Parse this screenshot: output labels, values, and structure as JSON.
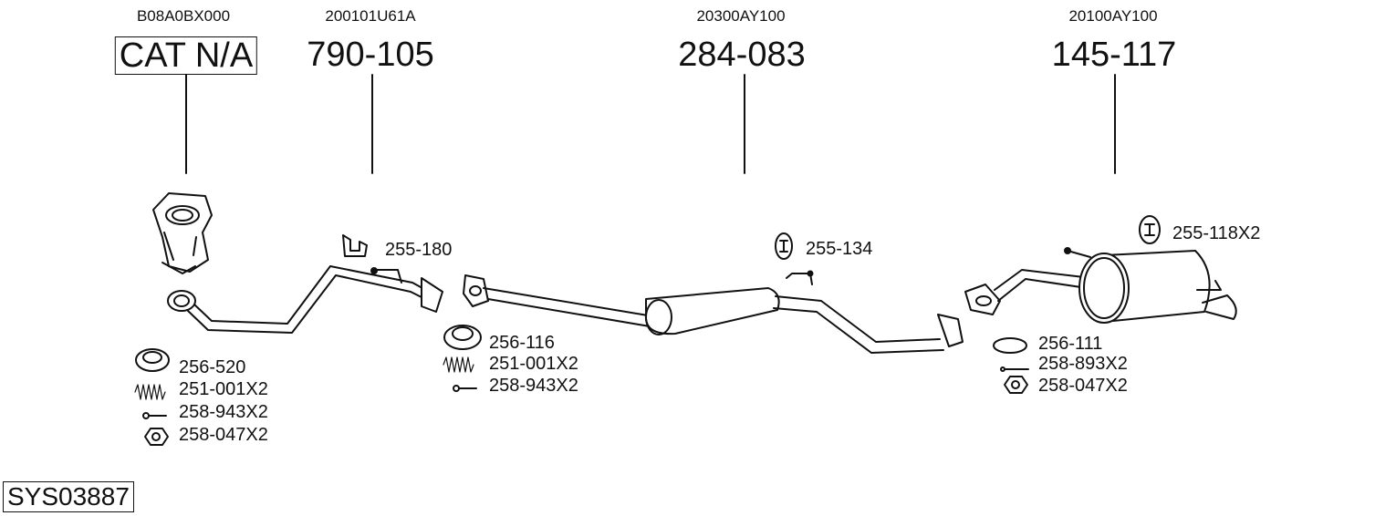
{
  "assemblies": [
    {
      "oe_code": "B08A0BX000",
      "part_number": "CAT N/A"
    },
    {
      "oe_code": "200101U61A",
      "part_number": "790-105"
    },
    {
      "oe_code": "20300AY100",
      "part_number": "284-083"
    },
    {
      "oe_code": "20100AY100",
      "part_number": "145-117"
    }
  ],
  "parts": {
    "cat_gasket": "256-520",
    "cat_spring": "251-001X2",
    "cat_bolt": "258-943X2",
    "cat_nut": "258-047X2",
    "front_hanger": "255-180",
    "mid_gasket": "256-116",
    "mid_spring": "251-001X2",
    "mid_bolt": "258-943X2",
    "center_hanger": "255-134",
    "rear_hanger": "255-118X2",
    "rear_gasket": "256-111",
    "rear_bolt": "258-893X2",
    "rear_nut": "258-047X2"
  },
  "system_id": "SYS03887"
}
